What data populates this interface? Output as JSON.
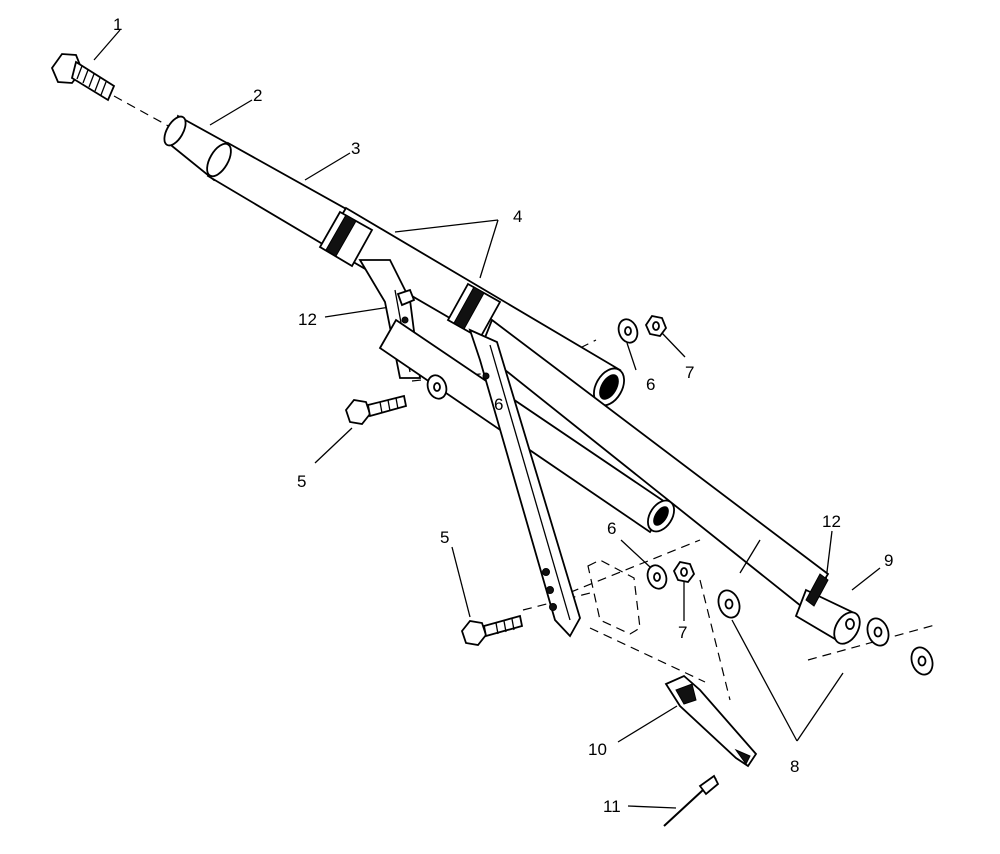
{
  "callouts": {
    "c1": "1",
    "c2": "2",
    "c3": "3",
    "c4": "4",
    "c5a": "5",
    "c5b": "5",
    "c6a": "6",
    "c6b": "6",
    "c6c": "6",
    "c7a": "7",
    "c7b": "7",
    "c8": "8",
    "c9": "9",
    "c10": "10",
    "c11": "11",
    "c12a": "12",
    "c12b": "12"
  }
}
